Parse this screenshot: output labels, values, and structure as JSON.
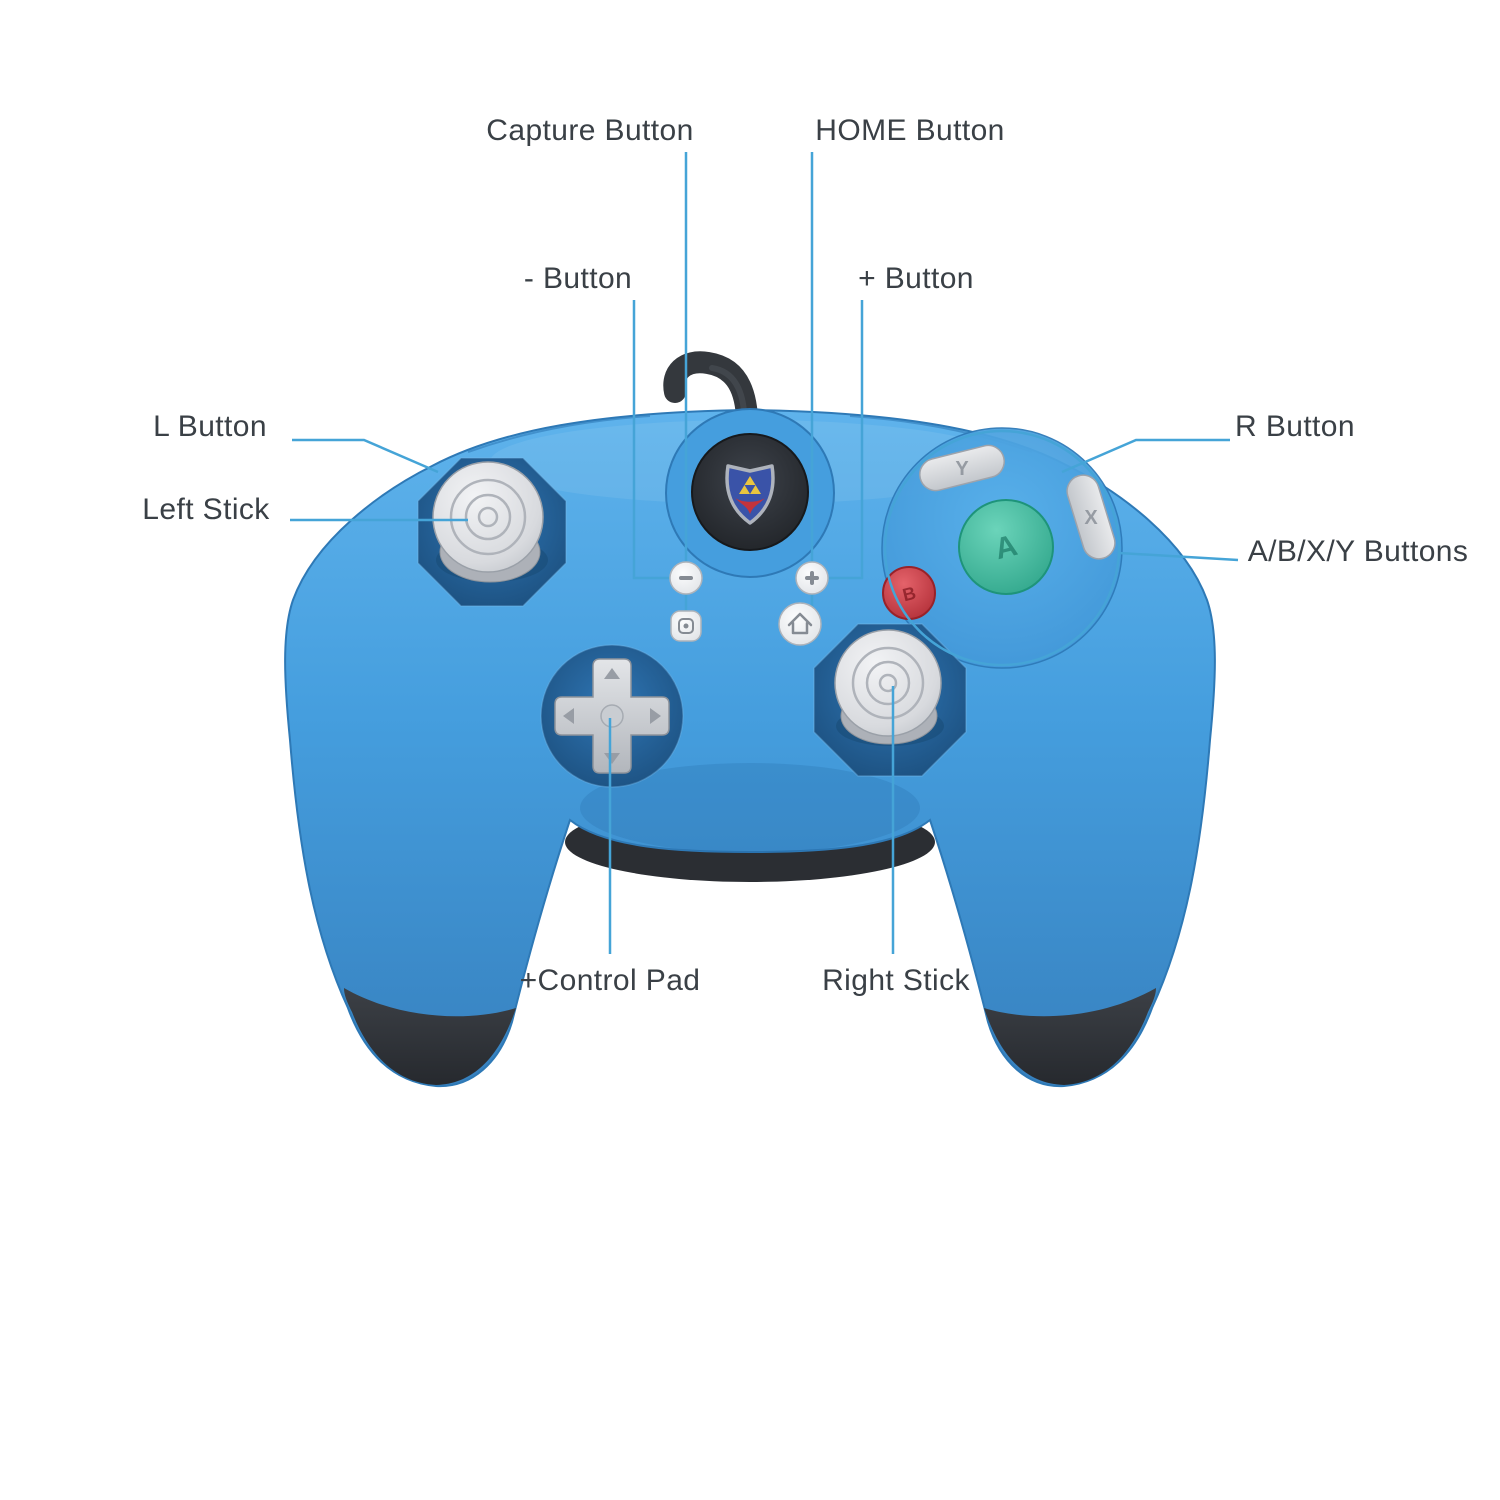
{
  "labels": {
    "capture": "Capture Button",
    "home": "HOME Button",
    "minus": "- Button",
    "plus": "+ Button",
    "l": "L Button",
    "r": "R Button",
    "left_stick": "Left Stick",
    "abxy": "A/B/X/Y Buttons",
    "control_pad": "+Control Pad",
    "right_stick": "Right Stick"
  },
  "buttons": {
    "a": "A",
    "b": "B",
    "x": "X",
    "y": "Y"
  },
  "icons": {
    "emblem": "hylian-shield-emblem",
    "capture_icon": "capture-square-icon",
    "home_icon": "home-house-icon"
  },
  "colors": {
    "body_blue": "#459EDE",
    "leader_line": "#45A4D7",
    "label_text": "#3A4046",
    "a_button": "#2BA287",
    "b_button": "#C2333C",
    "grip_dark": "#33373C"
  }
}
